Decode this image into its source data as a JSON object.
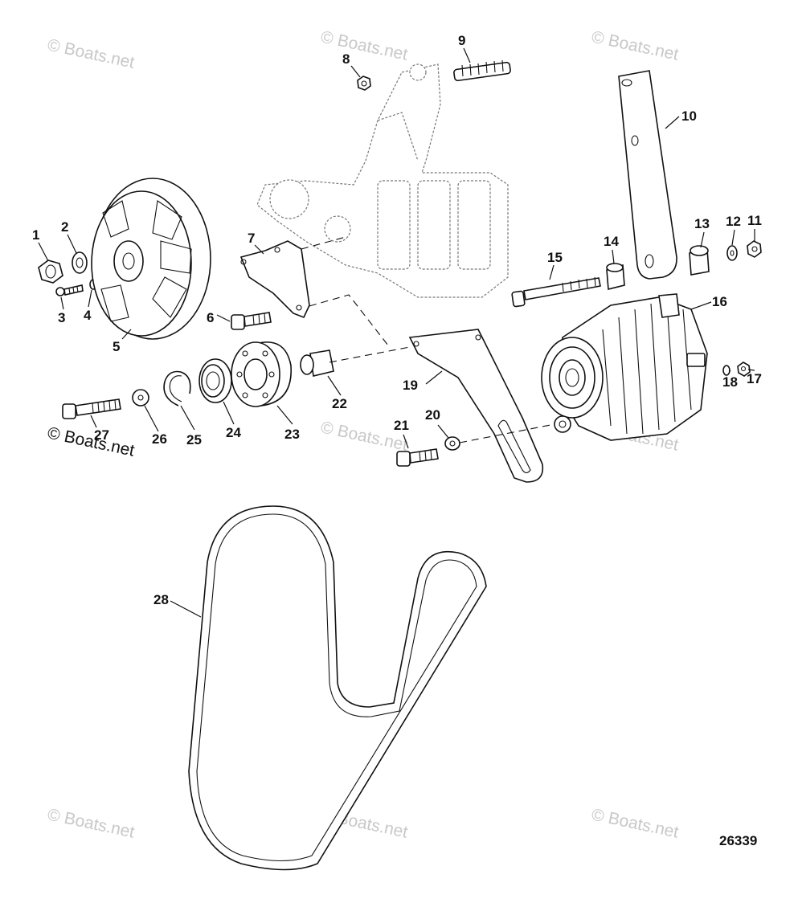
{
  "figure_number": "26339",
  "watermark": "© Boats.net",
  "callouts": {
    "c1": "1",
    "c2": "2",
    "c3": "3",
    "c4": "4",
    "c5": "5",
    "c6": "6",
    "c7": "7",
    "c8": "8",
    "c9": "9",
    "c10": "10",
    "c11": "11",
    "c12": "12",
    "c13": "13",
    "c14": "14",
    "c15": "15",
    "c16": "16",
    "c17": "17",
    "c18": "18",
    "c19": "19",
    "c20": "20",
    "c21": "21",
    "c22": "22",
    "c23": "23",
    "c24": "24",
    "c25": "25",
    "c26": "26",
    "c27": "27",
    "c28": "28"
  }
}
